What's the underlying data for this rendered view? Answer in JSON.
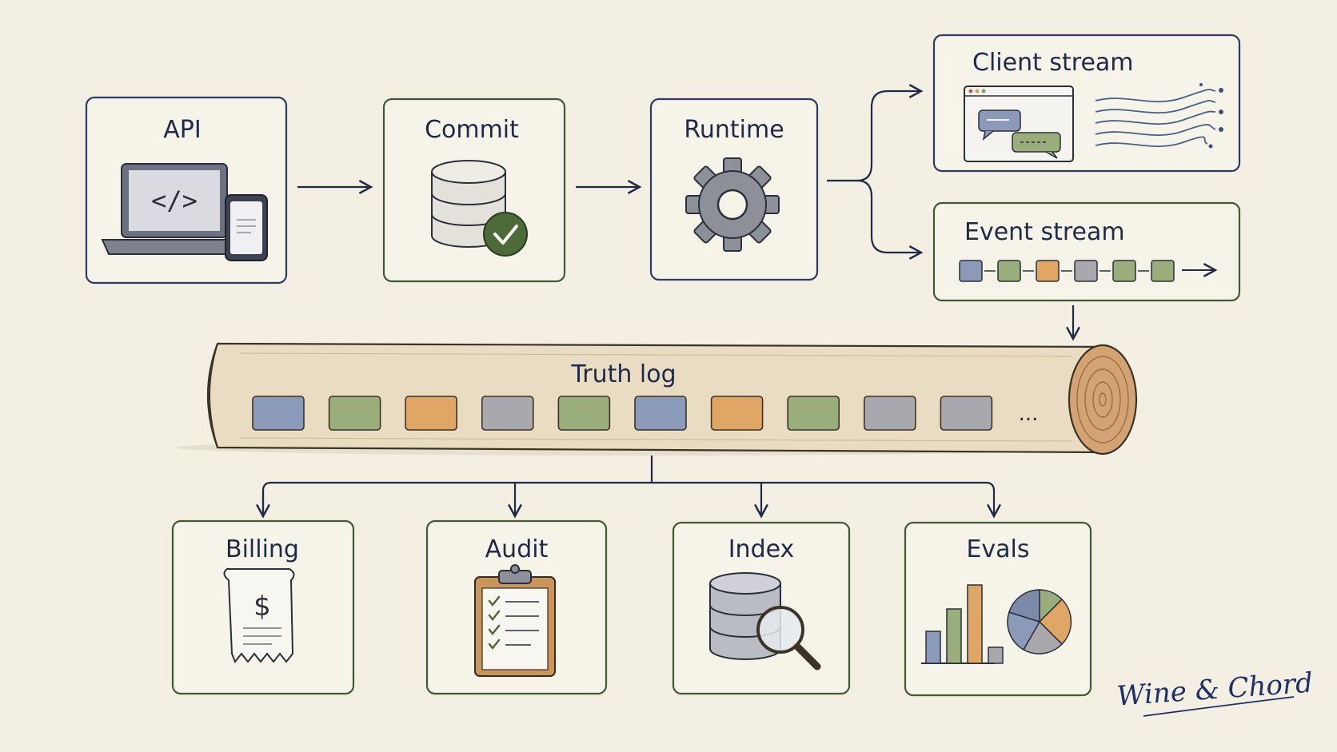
{
  "nodes": {
    "api": "API",
    "commit": "Commit",
    "runtime": "Runtime",
    "client_stream": "Client stream",
    "event_stream": "Event stream",
    "truth_log": "Truth log",
    "billing": "Billing",
    "audit": "Audit",
    "index": "Index",
    "evals": "Evals"
  },
  "truth_log_more": "...",
  "code_glyph": "</>",
  "currency_glyph": "$",
  "signature": "Wine & Chord",
  "colors": {
    "background": "#f3efe2",
    "navy": "#1f2a4a",
    "blue": "#8a9ab8",
    "green": "#9aae7c",
    "orange": "#e0a665",
    "gray": "#a9a9ad",
    "log_wood": "#e9dcc2"
  },
  "icons": [
    "laptop-icon",
    "phone-icon",
    "database-check-icon",
    "gear-icon",
    "browser-chat-icon",
    "receipt-icon",
    "clipboard-checklist-icon",
    "database-search-icon",
    "bar-pie-chart-icon"
  ],
  "event_blocks": [
    "blue",
    "green",
    "orange",
    "gray",
    "green",
    "green"
  ],
  "log_blocks": [
    "blue",
    "green",
    "orange",
    "gray",
    "green",
    "blue",
    "orange",
    "green",
    "gray",
    "gray"
  ]
}
